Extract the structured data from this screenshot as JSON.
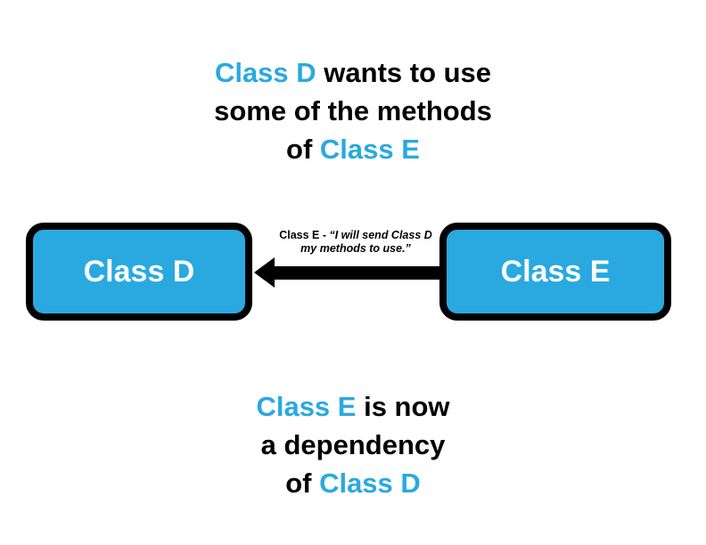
{
  "colors": {
    "accent_blue": "#29A9E0",
    "outline_black": "#000000",
    "box_text_white": "#FFFFFF",
    "background_white": "#FFFFFF"
  },
  "top_caption": {
    "line1_highlight": "Class D",
    "line1_rest": " wants to use",
    "line2": "some of the methods",
    "line3_prefix": "of ",
    "line3_highlight": "Class E"
  },
  "diagram": {
    "class_d_label": "Class D",
    "class_e_label": "Class E",
    "arrow_label_prefix": "Class E - ",
    "arrow_label_quote_line1": "“I will send Class D",
    "arrow_label_quote_line2": "my methods to use.”"
  },
  "bottom_caption": {
    "line1_highlight": "Class E",
    "line1_rest": " is now",
    "line2": "a dependency",
    "line3_prefix": "of ",
    "line3_highlight": "Class D"
  }
}
